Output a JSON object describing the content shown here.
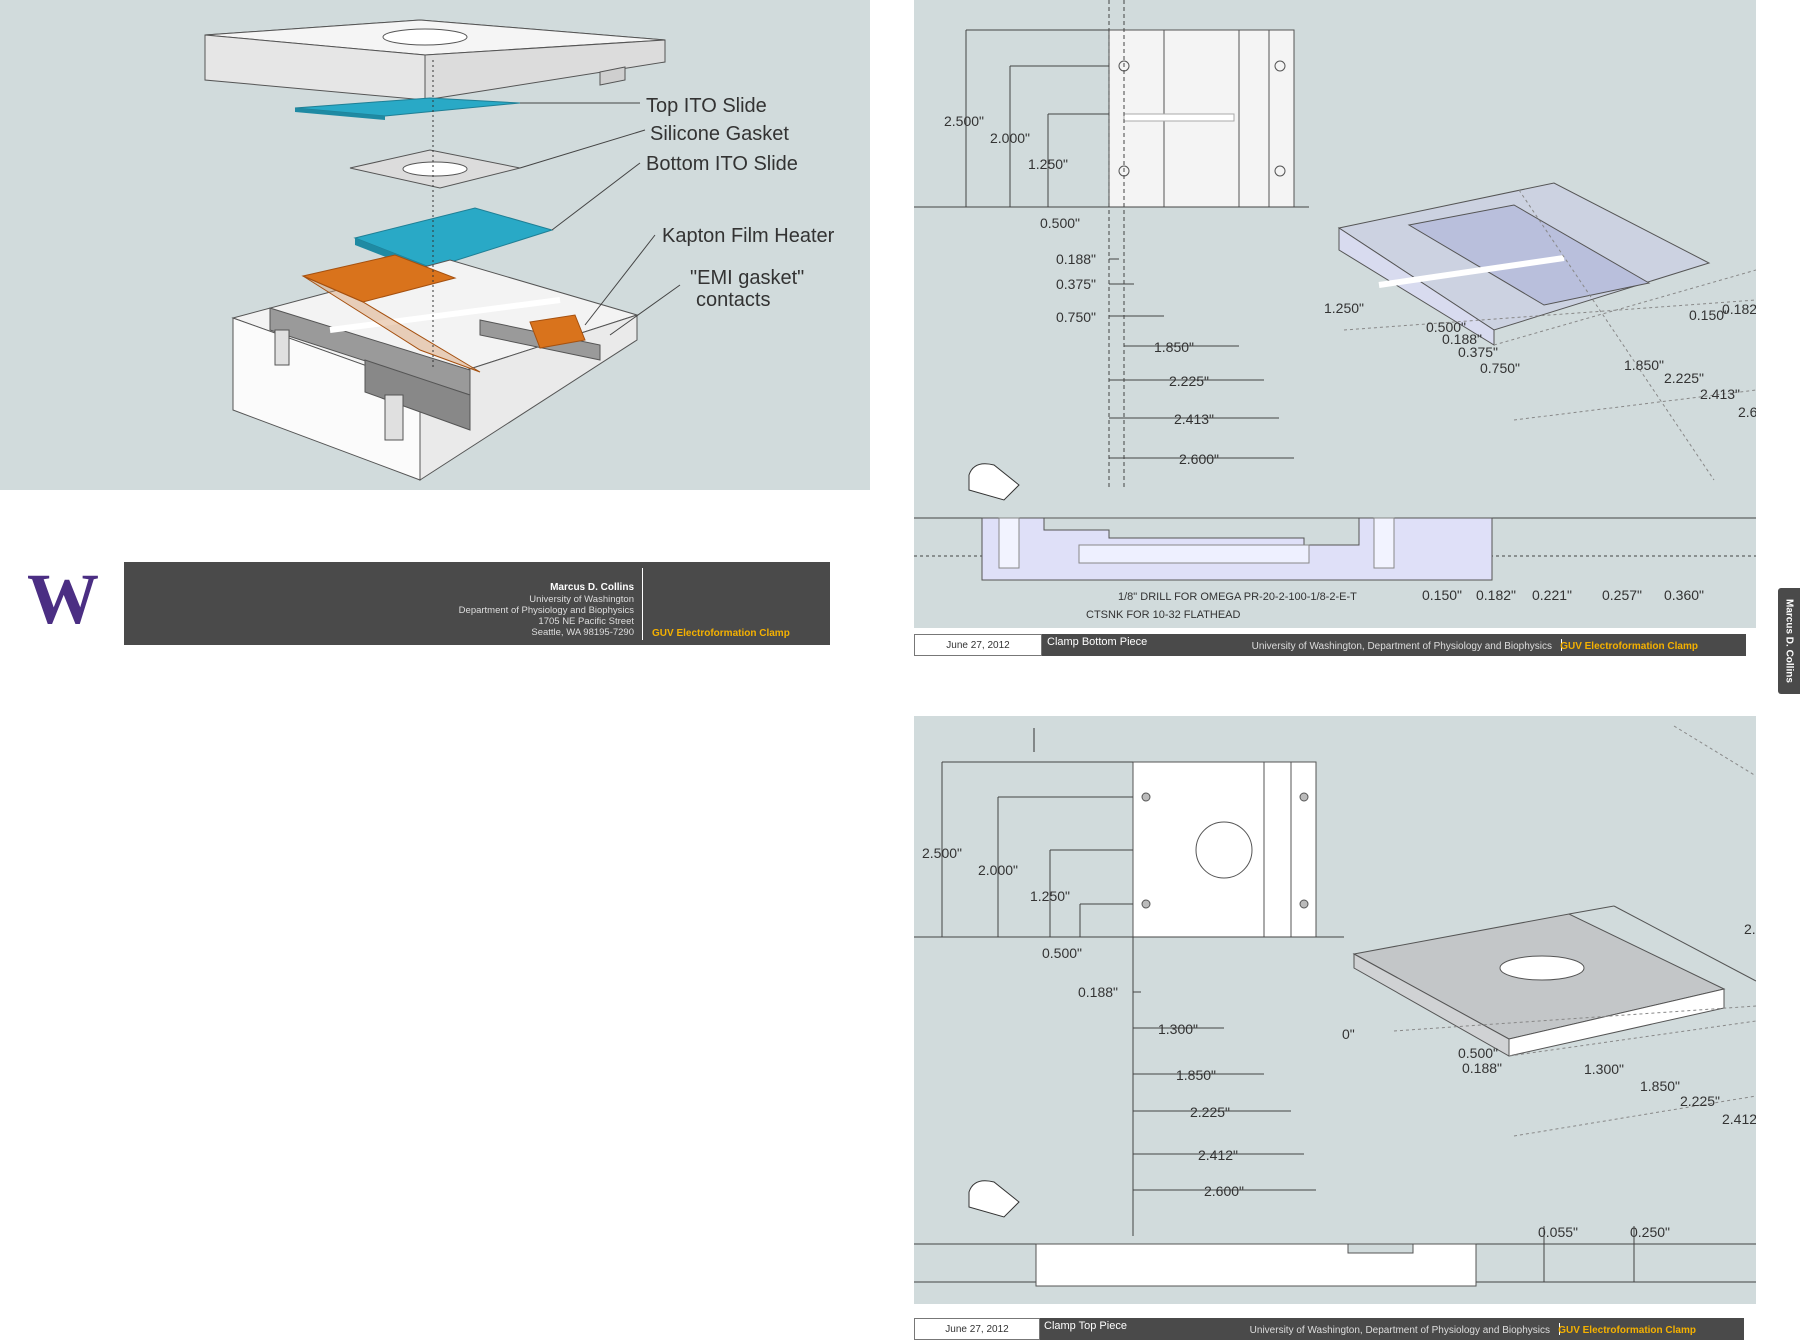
{
  "exploded_view": {
    "labels": {
      "top_ito_slide": "Top ITO Slide",
      "silicone_gasket": "Silicone Gasket",
      "bottom_ito_slide": "Bottom ITO Slide",
      "kapton_heater": "Kapton Film Heater",
      "emi_line1": "\"EMI gasket\"",
      "emi_line2": "contacts"
    },
    "colors": {
      "background": "#d1dbdc",
      "ito_glass": "#29a9c6",
      "kapton": "#d9731c",
      "clamp": "#eeeeee"
    }
  },
  "title_block": {
    "logo": "W",
    "logo_color": "#4b2e83",
    "author": "Marcus D. Collins",
    "university": "University of Washington",
    "department": "Department of Physiology and Biophysics",
    "street": "1705 NE Pacific Street",
    "city": "Seattle, WA 98195-7290",
    "project": "GUV Electroformation Clamp"
  },
  "side_tab": {
    "text": "Marcus D. Collins"
  },
  "bottom_piece": {
    "plan_vertical_dims": [
      "2.500\"",
      "2.000\"",
      "1.250\"",
      "0.500\""
    ],
    "plan_horizontal_dims": [
      "0.188\"",
      "0.375\"",
      "0.750\"",
      "1.850\"",
      "2.225\"",
      "2.413\"",
      "2.600\""
    ],
    "iso_dims": [
      "1.250\"",
      "0.500\"",
      "0.188\"",
      "0.375\"",
      "0.750\"",
      "1.850\"",
      "2.225\"",
      "2.413\"",
      "2.6",
      "0.150\"",
      "0.182"
    ],
    "section_dims": [
      "0.150\"",
      "0.182\"",
      "0.221\"",
      "0.257\"",
      "0.360\""
    ],
    "note1": "1/8\" DRILL FOR OMEGA PR-20-2-100-1/8-2-E-T",
    "note2": "CTSNK FOR 10-32 FLATHEAD",
    "footer": {
      "date": "June 27, 2012",
      "title": "Clamp Bottom Piece",
      "affiliation": "University of Washington, Department of Physiology and Biophysics",
      "project": "GUV Electroformation Clamp"
    }
  },
  "top_piece": {
    "plan_vertical_dims": [
      "2.500\"",
      "2.000\"",
      "1.250\"",
      "0.500\""
    ],
    "plan_horizontal_dims": [
      "0.188\"",
      "1.300\"",
      "1.850\"",
      "2.225\"",
      "2.412\"",
      "2.600\""
    ],
    "iso_dims": [
      "0\"",
      "0.500\"",
      "0.188\"",
      "1.300\"",
      "1.850\"",
      "2.225\"",
      "2.412",
      "2."
    ],
    "section_dims": [
      "0.055\"",
      "0.250\""
    ],
    "footer": {
      "date": "June 27, 2012",
      "title": "Clamp Top Piece",
      "affiliation": "University of Washington, Department of Physiology and Biophysics",
      "project": "GUV Electroformation Clamp"
    }
  }
}
